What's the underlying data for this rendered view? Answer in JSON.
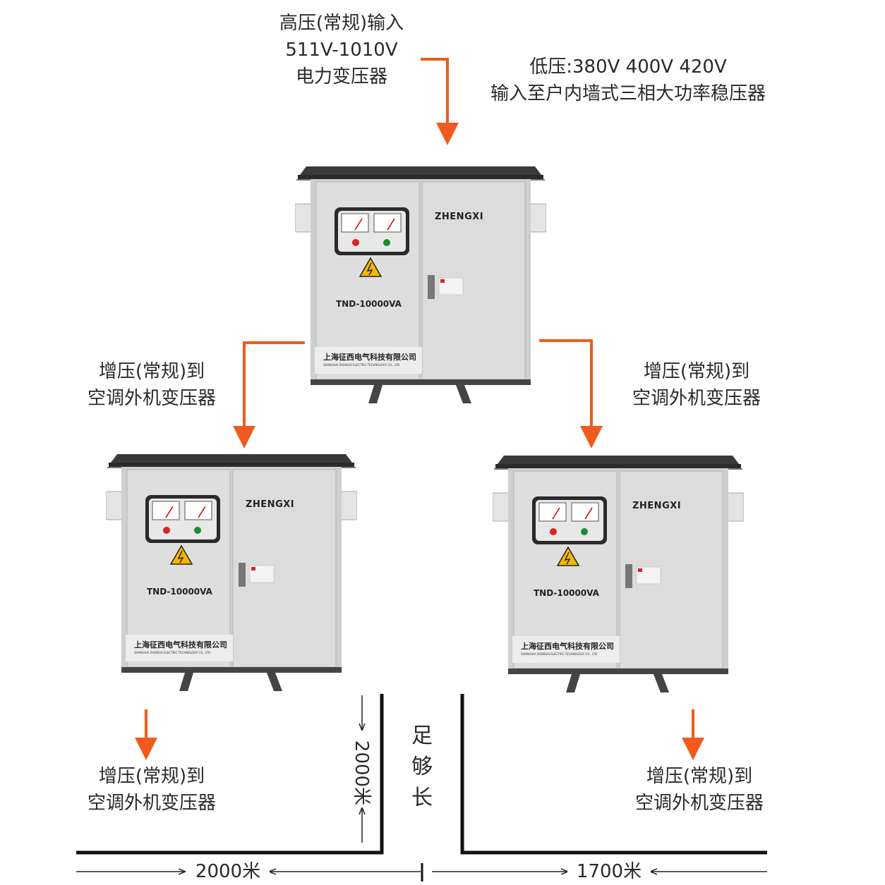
{
  "top_label": {
    "line1": "高压(常规)输入",
    "line2": "511V-1010V",
    "line3": "电力变压器"
  },
  "low_label": {
    "line1": "低压:380V 400V 420V",
    "line2": "输入至户内墙式三相大功率稳压器"
  },
  "mid_left_label": {
    "line1": "增压(常规)到",
    "line2": "空调外机变压器"
  },
  "mid_right_label": {
    "line1": "增压(常规)到",
    "line2": "空调外机变压器"
  },
  "bottom_left_label": {
    "line1": "增压(常规)到",
    "line2": "空调外机变压器"
  },
  "bottom_right_label": {
    "line1": "增压(常规)到",
    "line2": "空调外机变压器"
  },
  "cabinet": {
    "brand": "ZHENGXI",
    "model": "TND-10000VA",
    "company_cn": "上海征西电气科技有限公司",
    "company_en": "SHANGHAI ZHENGXI ELECTRIC TECHNOLOGY CO., LTD"
  },
  "dimensions": {
    "vertical_distance": "2000米",
    "enough_length": [
      "足",
      "够",
      "长"
    ],
    "horizontal_left": "2000米",
    "horizontal_right": "1700米"
  },
  "colors": {
    "arrow": "#f05a1e",
    "cabinet_body": "#d9d9d9",
    "cabinet_top": "#3a3a3a"
  }
}
